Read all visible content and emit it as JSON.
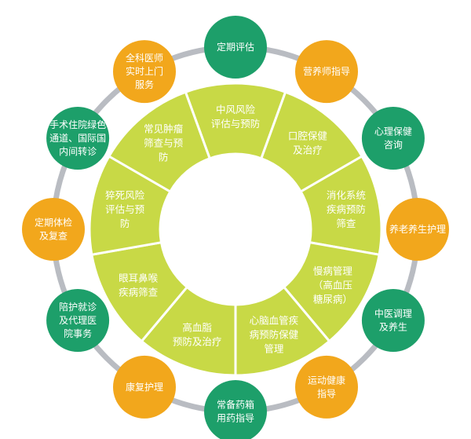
{
  "colors": {
    "ring": "#c8d946",
    "ring_divider": "#ffffff",
    "orbit": "#b9bcc2",
    "green": "#1d9f6a",
    "orange": "#f2a71c",
    "text_light": "#ffffff"
  },
  "inner_segments": [
    {
      "id": "stroke",
      "lines": [
        "中风风险",
        "评估与预防"
      ]
    },
    {
      "id": "oral",
      "lines": [
        "口腔保健",
        "及治疗"
      ]
    },
    {
      "id": "digestive",
      "lines": [
        "消化系统",
        "疾病预防",
        "筛查"
      ]
    },
    {
      "id": "chronic",
      "lines": [
        "慢病管理",
        "（高血压",
        "糖尿病）"
      ]
    },
    {
      "id": "cardio",
      "lines": [
        "心脑血管疾",
        "病预防保健",
        "管理"
      ]
    },
    {
      "id": "lipid",
      "lines": [
        "高血脂",
        "预防及治疗"
      ]
    },
    {
      "id": "ent",
      "lines": [
        "眼耳鼻喉",
        "疾病筛查"
      ]
    },
    {
      "id": "sudden-death",
      "lines": [
        "猝死风险",
        "评估与预",
        "防"
      ]
    },
    {
      "id": "tumor",
      "lines": [
        "常见肿瘤",
        "筛查与预",
        "防"
      ]
    }
  ],
  "outer_nodes": [
    {
      "id": "assessment",
      "color": "green",
      "lines": [
        "定期评估"
      ]
    },
    {
      "id": "nutrition",
      "color": "orange",
      "lines": [
        "营养师指导"
      ]
    },
    {
      "id": "psych",
      "color": "green",
      "lines": [
        "心理保健",
        "咨询"
      ]
    },
    {
      "id": "elderly-care",
      "color": "orange",
      "lines": [
        "养老养生护理"
      ]
    },
    {
      "id": "tcm",
      "color": "green",
      "lines": [
        "中医调理",
        "及养生"
      ]
    },
    {
      "id": "exercise",
      "color": "orange",
      "lines": [
        "运动健康",
        "指导"
      ]
    },
    {
      "id": "medicine-kit",
      "color": "green",
      "lines": [
        "常备药箱",
        "用药指导"
      ]
    },
    {
      "id": "rehab",
      "color": "orange",
      "lines": [
        "康复护理"
      ]
    },
    {
      "id": "escort",
      "color": "green",
      "lines": [
        "陪护就诊",
        "及代理医",
        "院事务"
      ]
    },
    {
      "id": "checkup",
      "color": "orange",
      "lines": [
        "定期体检",
        "及复查"
      ]
    },
    {
      "id": "green-channel",
      "color": "green",
      "lines": [
        "手术住院绿色",
        "通道、国际国",
        "内间转诊"
      ]
    },
    {
      "id": "doctor-visit",
      "color": "orange",
      "lines": [
        "全科医师",
        "实时上门",
        "服务"
      ]
    }
  ]
}
